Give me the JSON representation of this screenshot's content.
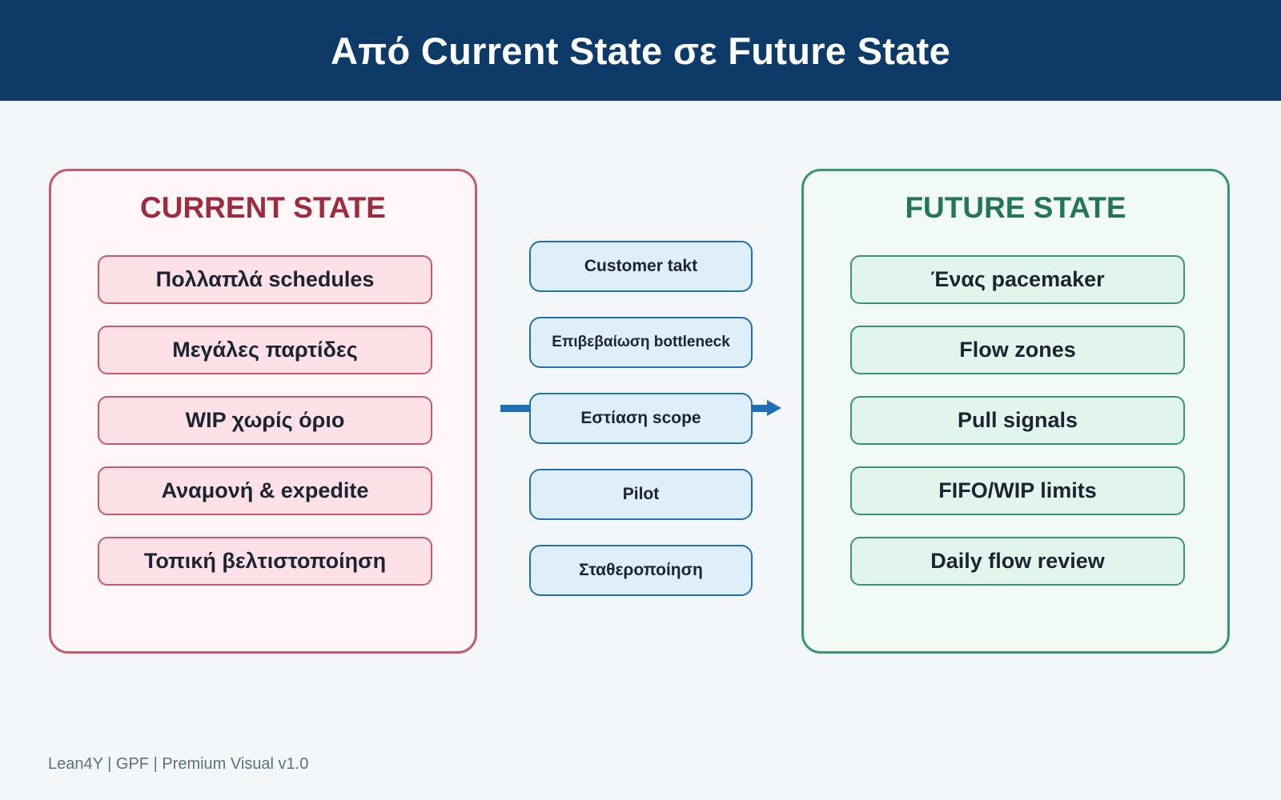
{
  "header": {
    "title": "Από Current State σε Future State"
  },
  "current_state": {
    "title": "CURRENT STATE",
    "items": [
      "Πολλαπλά schedules",
      "Μεγάλες παρτίδες",
      "WIP χωρίς όριο",
      "Αναμονή & expedite",
      "Τοπική βελτιστοποίηση"
    ]
  },
  "transition_steps": [
    "Customer takt",
    "Επιβεβαίωση bottleneck",
    "Εστίαση scope",
    "Pilot",
    "Σταθεροποίηση"
  ],
  "future_state": {
    "title": "FUTURE STATE",
    "items": [
      "Ένας pacemaker",
      "Flow zones",
      "Pull signals",
      "FIFO/WIP limits",
      "Daily flow review"
    ]
  },
  "footer": {
    "text": "Lean4Y | GPF | Premium Visual v1.0"
  },
  "colors": {
    "header_bg": "#0d3a66",
    "current_border": "#c35c6c",
    "current_title": "#9e2b40",
    "future_border": "#3b9470",
    "future_title": "#247559",
    "step_border": "#2471a9",
    "arrow": "#1e6fb3"
  }
}
